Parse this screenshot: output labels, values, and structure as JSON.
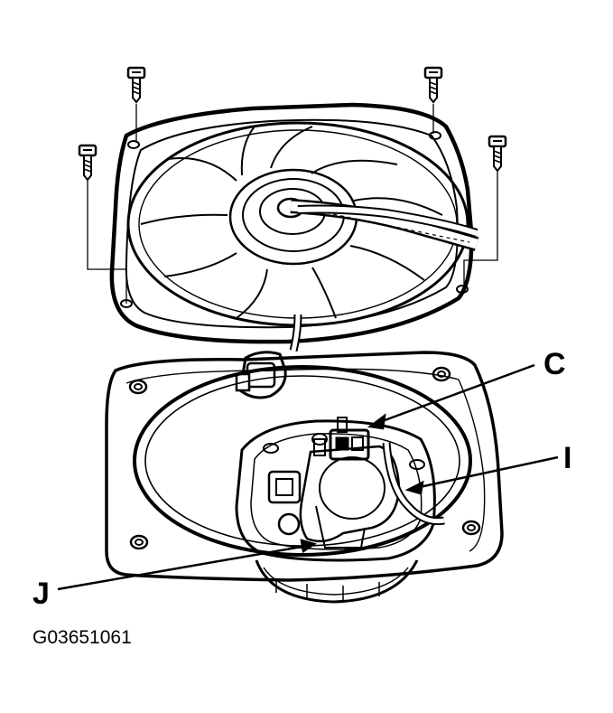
{
  "callouts": {
    "c": "C",
    "i": "I",
    "j": "J"
  },
  "figure_code": "G03651061",
  "colors": {
    "ink": "#000000",
    "paper": "#ffffff"
  },
  "parts": {
    "screws": [
      "screw",
      "screw",
      "screw",
      "screw"
    ],
    "cover": "blower-fan-cover",
    "housing": "blower-motor-housing",
    "connector": "wiring-connector"
  }
}
